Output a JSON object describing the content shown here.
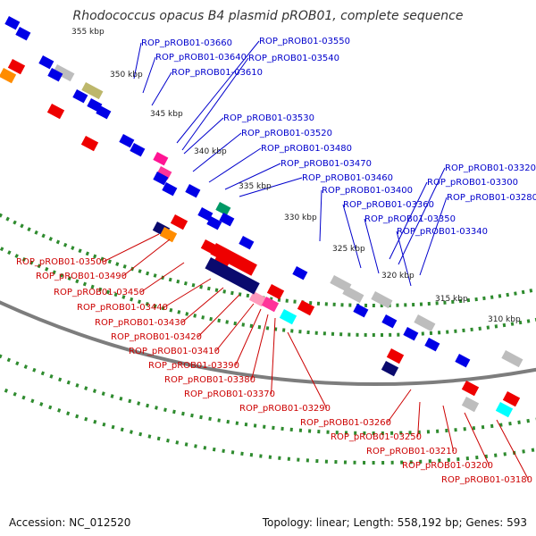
{
  "title": "Rhodococcus opacus B4 plasmid pROB01, complete sequence",
  "footer": {
    "accession": "Accession: NC_012520",
    "topology": "Topology: linear; Length: 558,192 bp; Genes: 593"
  },
  "colors": {
    "backbone": "#7d7d7d",
    "tick": "#2e8b2e",
    "label_blue": "#0000cc",
    "label_red": "#cc0000",
    "gene_blue": "#0000e6",
    "gene_red": "#ee0000",
    "gene_navy": "#0a0a6e",
    "gene_pink": "#ff3399",
    "gene_light_pink": "#ff99bb",
    "gene_magenta": "#ff1493",
    "gene_cyan": "#00ffff",
    "gene_orange": "#ff8c00",
    "gene_gray": "#bdbdbd",
    "gene_olive": "#bdb76b"
  },
  "kbp_labels": [
    {
      "text": "355 kbp"
    },
    {
      "text": "350 kbp"
    },
    {
      "text": "345 kbp"
    },
    {
      "text": "340 kbp"
    },
    {
      "text": "335 kbp"
    },
    {
      "text": "330 kbp"
    },
    {
      "text": "325 kbp"
    },
    {
      "text": "320 kbp"
    },
    {
      "text": "315 kbp"
    },
    {
      "text": "310 kbp"
    }
  ],
  "blue_labels": [
    "ROP_pROB01-03660",
    "ROP_pROB01-03640",
    "ROP_pROB01-03610",
    "ROP_pROB01-03550",
    "ROP_pROB01-03540",
    "ROP_pROB01-03530",
    "ROP_pROB01-03520",
    "ROP_pROB01-03480",
    "ROP_pROB01-03470",
    "ROP_pROB01-03460",
    "ROP_pROB01-03400",
    "ROP_pROB01-03360",
    "ROP_pROB01-03350",
    "ROP_pROB01-03340",
    "ROP_pROB01-03320",
    "ROP_pROB01-03300",
    "ROP_pROB01-03280"
  ],
  "red_labels": [
    "ROP_pROB01-03500",
    "ROP_pROB01-03490",
    "ROP_pROB01-03450",
    "ROP_pROB01-03440",
    "ROP_pROB01-03430",
    "ROP_pROB01-03420",
    "ROP_pROB01-03410",
    "ROP_pROB01-03390",
    "ROP_pROB01-03380",
    "ROP_pROB01-03370",
    "ROP_pROB01-03290",
    "ROP_pROB01-03260",
    "ROP_pROB01-03250",
    "ROP_pROB01-03210",
    "ROP_pROB01-03200",
    "ROP_pROB01-03180"
  ]
}
